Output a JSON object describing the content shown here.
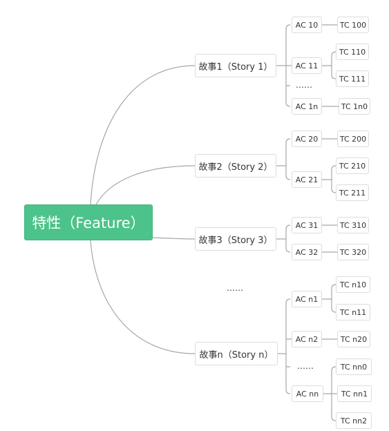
{
  "root": {
    "label": "特性（Feature）"
  },
  "stories": [
    {
      "label": "故事1（Story 1）"
    },
    {
      "label": "故事2（Story 2）"
    },
    {
      "label": "故事3（Story 3）"
    },
    {
      "label": "故事n（Story n）"
    }
  ],
  "acs": [
    {
      "label": "AC 10"
    },
    {
      "label": "AC 11"
    },
    {
      "label": "AC 1n"
    },
    {
      "label": "AC 20"
    },
    {
      "label": "AC 21"
    },
    {
      "label": "AC 31"
    },
    {
      "label": "AC 32"
    },
    {
      "label": "AC n1"
    },
    {
      "label": "AC n2"
    },
    {
      "label": "AC nn"
    }
  ],
  "tcs": [
    {
      "label": "TC 100"
    },
    {
      "label": "TC 110"
    },
    {
      "label": "TC 111"
    },
    {
      "label": "TC 1n0"
    },
    {
      "label": "TC 200"
    },
    {
      "label": "TC 210"
    },
    {
      "label": "TC 211"
    },
    {
      "label": "TC 310"
    },
    {
      "label": "TC 320"
    },
    {
      "label": "TC n10"
    },
    {
      "label": "TC n11"
    },
    {
      "label": "TC n20"
    },
    {
      "label": "TC nn0"
    },
    {
      "label": "TC nn1"
    },
    {
      "label": "TC nn2"
    }
  ],
  "ellipses": [
    {
      "text": "……"
    },
    {
      "text": "……"
    },
    {
      "text": "……"
    }
  ],
  "colors": {
    "root_fill": "#4cc38a",
    "line": "#a6a6a6",
    "node_border": "#dcdcdc"
  }
}
